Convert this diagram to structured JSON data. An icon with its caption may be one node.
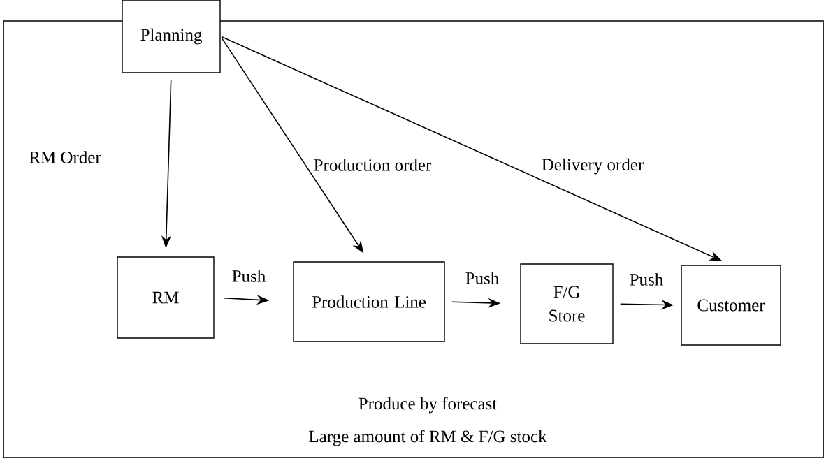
{
  "diagram": {
    "nodes": [
      {
        "text": [
          "Planning"
        ]
      },
      {
        "text": [
          "RM"
        ]
      },
      {
        "text": [
          "Production Line"
        ]
      },
      {
        "text": [
          "F/G Store"
        ]
      },
      {
        "text": [
          "Customer"
        ]
      }
    ],
    "edges": [
      {
        "from": 0,
        "to": 1,
        "arrow": "to",
        "label": "RM Order"
      },
      {
        "from": 0,
        "to": 2,
        "arrow": "to",
        "label": "Production order"
      },
      {
        "from": 0,
        "to": 4,
        "arrow": "to",
        "label": "Delivery order"
      },
      {
        "from": 1,
        "to": 2,
        "arrow": "to",
        "label": "Push"
      },
      {
        "from": 2,
        "to": 3,
        "arrow": "to",
        "label": "Push"
      },
      {
        "from": 3,
        "to": 4,
        "arrow": "to",
        "label": "Push"
      }
    ],
    "labels": [
      "Produce by forecast",
      "Large amount of RM & F/G stock"
    ]
  }
}
